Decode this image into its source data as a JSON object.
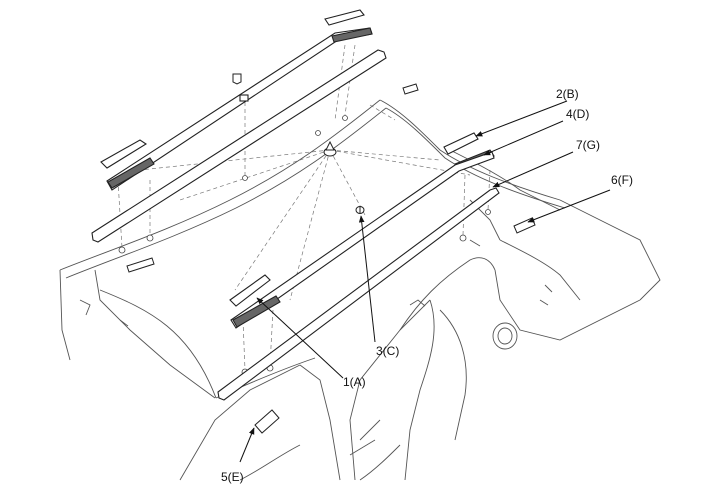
{
  "callouts": {
    "c1": "1(A)",
    "c2": "2(B)",
    "c3": "3(C)",
    "c4": "4(D)",
    "c5": "5(E)",
    "c6": "6(F)",
    "c7": "7(G)"
  },
  "colors": {
    "line": "#222222",
    "dashed": "#777777",
    "fill": "#ffffff",
    "clip_fill": "#555555"
  }
}
